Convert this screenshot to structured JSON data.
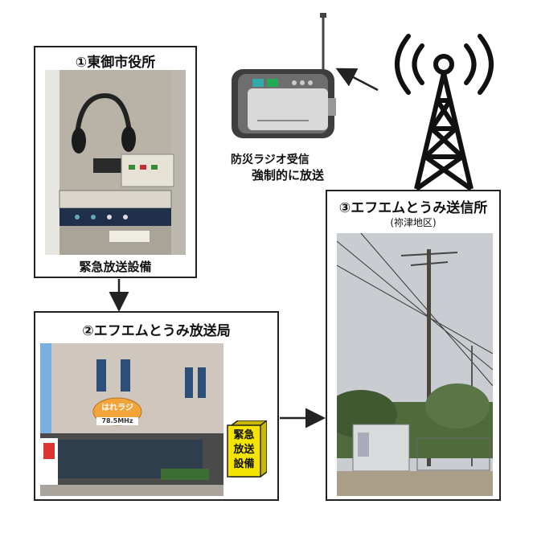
{
  "city_hall": {
    "title": "①東御市役所",
    "caption": "緊急放送設備"
  },
  "broadcast_station": {
    "title": "②エフエムとうみ放送局",
    "equipment_label": "緊急放送設備",
    "sign_text": "はれラジ",
    "frequency_text": "78.5MHz"
  },
  "transmitter": {
    "title": "③エフエムとうみ送信所",
    "subtitle": "(祢津地区)"
  },
  "radio": {
    "caption_line1": "防災ラジオ受信",
    "caption_line2": "強制的に放送"
  }
}
